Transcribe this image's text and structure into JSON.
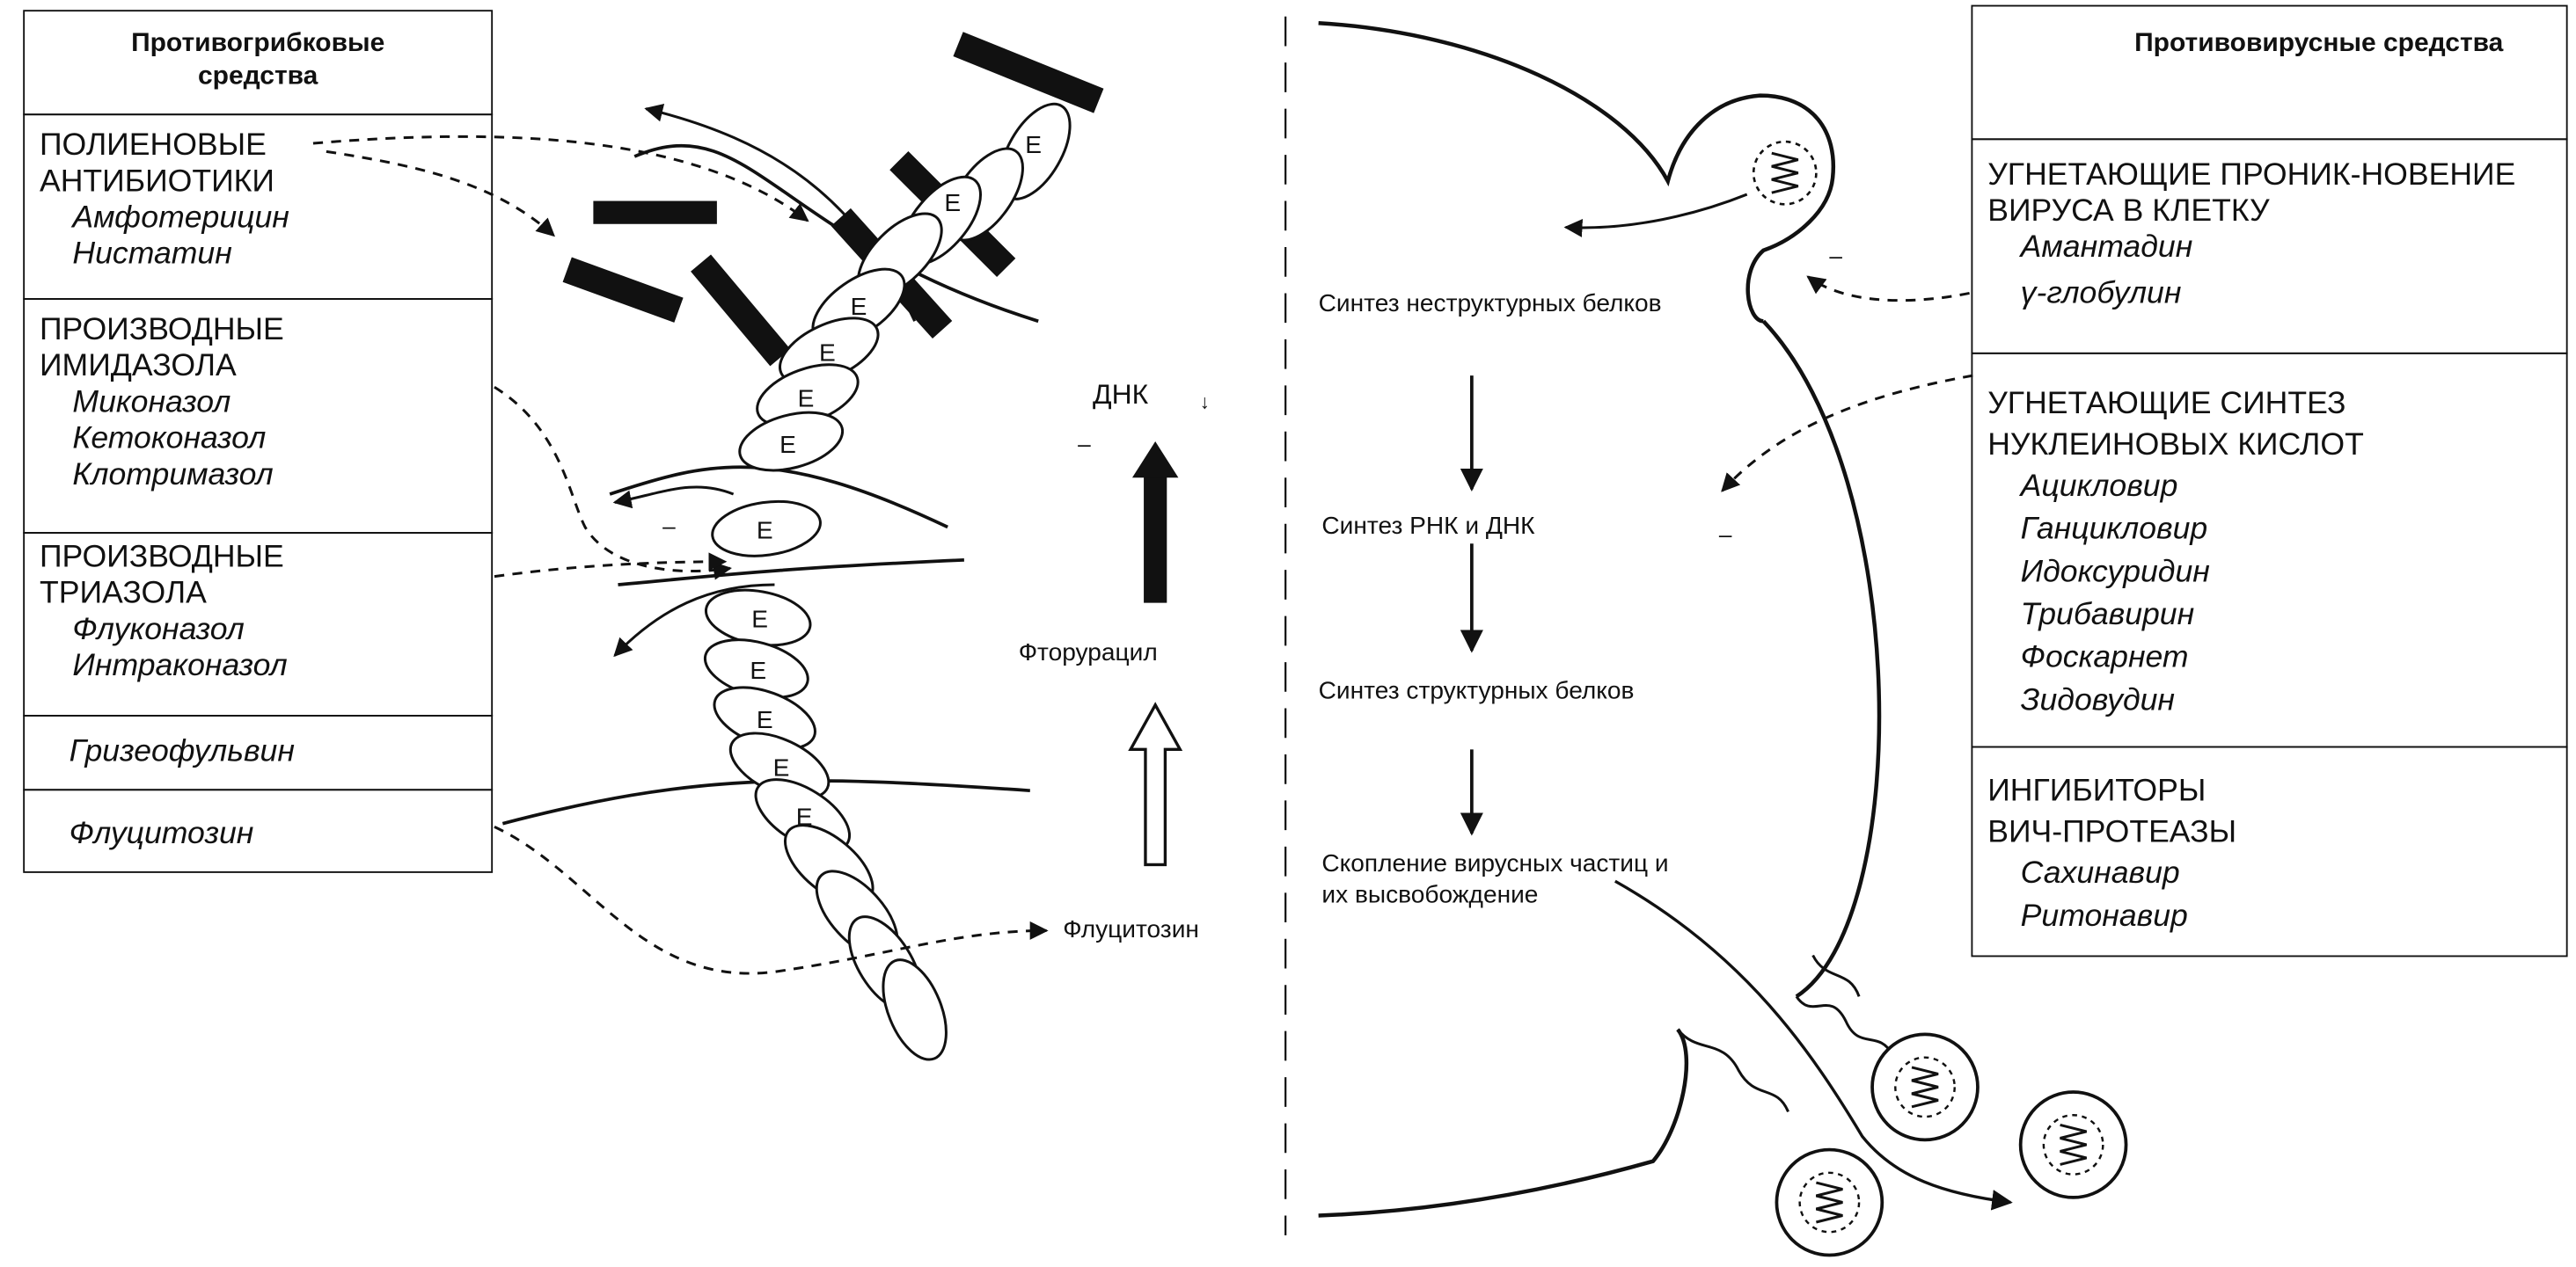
{
  "antifungal": {
    "header": "Противогрибковые средства",
    "groups": [
      {
        "title": "ПОЛИЕНОВЫЕ АНТИБИОТИКИ",
        "drugs": [
          "Амфотерицин",
          "Нистатин"
        ]
      },
      {
        "title": "ПРОИЗВОДНЫЕ ИМИДАЗОЛА",
        "drugs": [
          "Миконазол",
          "Кетоконазол",
          "Клотримазол"
        ]
      },
      {
        "title": "ПРОИЗВОДНЫЕ ТРИАЗОЛА",
        "drugs": [
          "Флуконазол",
          "Интраконазол"
        ]
      },
      {
        "drugs": [
          "Гризеофульвин"
        ]
      },
      {
        "drugs": [
          "Флуцитозин"
        ]
      }
    ]
  },
  "antiviral": {
    "header": "Противовирусные средства",
    "groups": [
      {
        "title": "УГНЕТАЮЩИЕ ПРОНИК-НОВЕНИЕ ВИРУСА В КЛЕТКУ",
        "drugs": [
          "Амантадин",
          "γ-глобулин"
        ]
      },
      {
        "title": "УГНЕТАЮЩИЕ СИНТЕЗ НУКЛЕИНОВЫХ КИСЛОТ",
        "drugs": [
          "Ацикловир",
          "Ганцикловир",
          "Идоксуридин",
          "Трибавирин",
          "Фоскарнет",
          "Зидовудин"
        ]
      },
      {
        "title": "ИНГИБИТОРЫ ВИЧ-ПРОТЕАЗЫ",
        "drugs": [
          "Сахинавир",
          "Ритонавир"
        ]
      }
    ]
  },
  "fungal_cell": {
    "enzyme_label": "E",
    "dna_label": "ДНК",
    "dna_arrow": "↓",
    "ftoruracil": "Фторурацил",
    "flucytosine": "Флуцитозин",
    "minus": "–"
  },
  "viral_cycle": {
    "steps": [
      "Синтез неструктурных белков",
      "Синтез РНК и ДНК",
      "Синтез структурных белков",
      "Скопление вирусных частиц и их высвобождение"
    ],
    "minus": "–"
  }
}
